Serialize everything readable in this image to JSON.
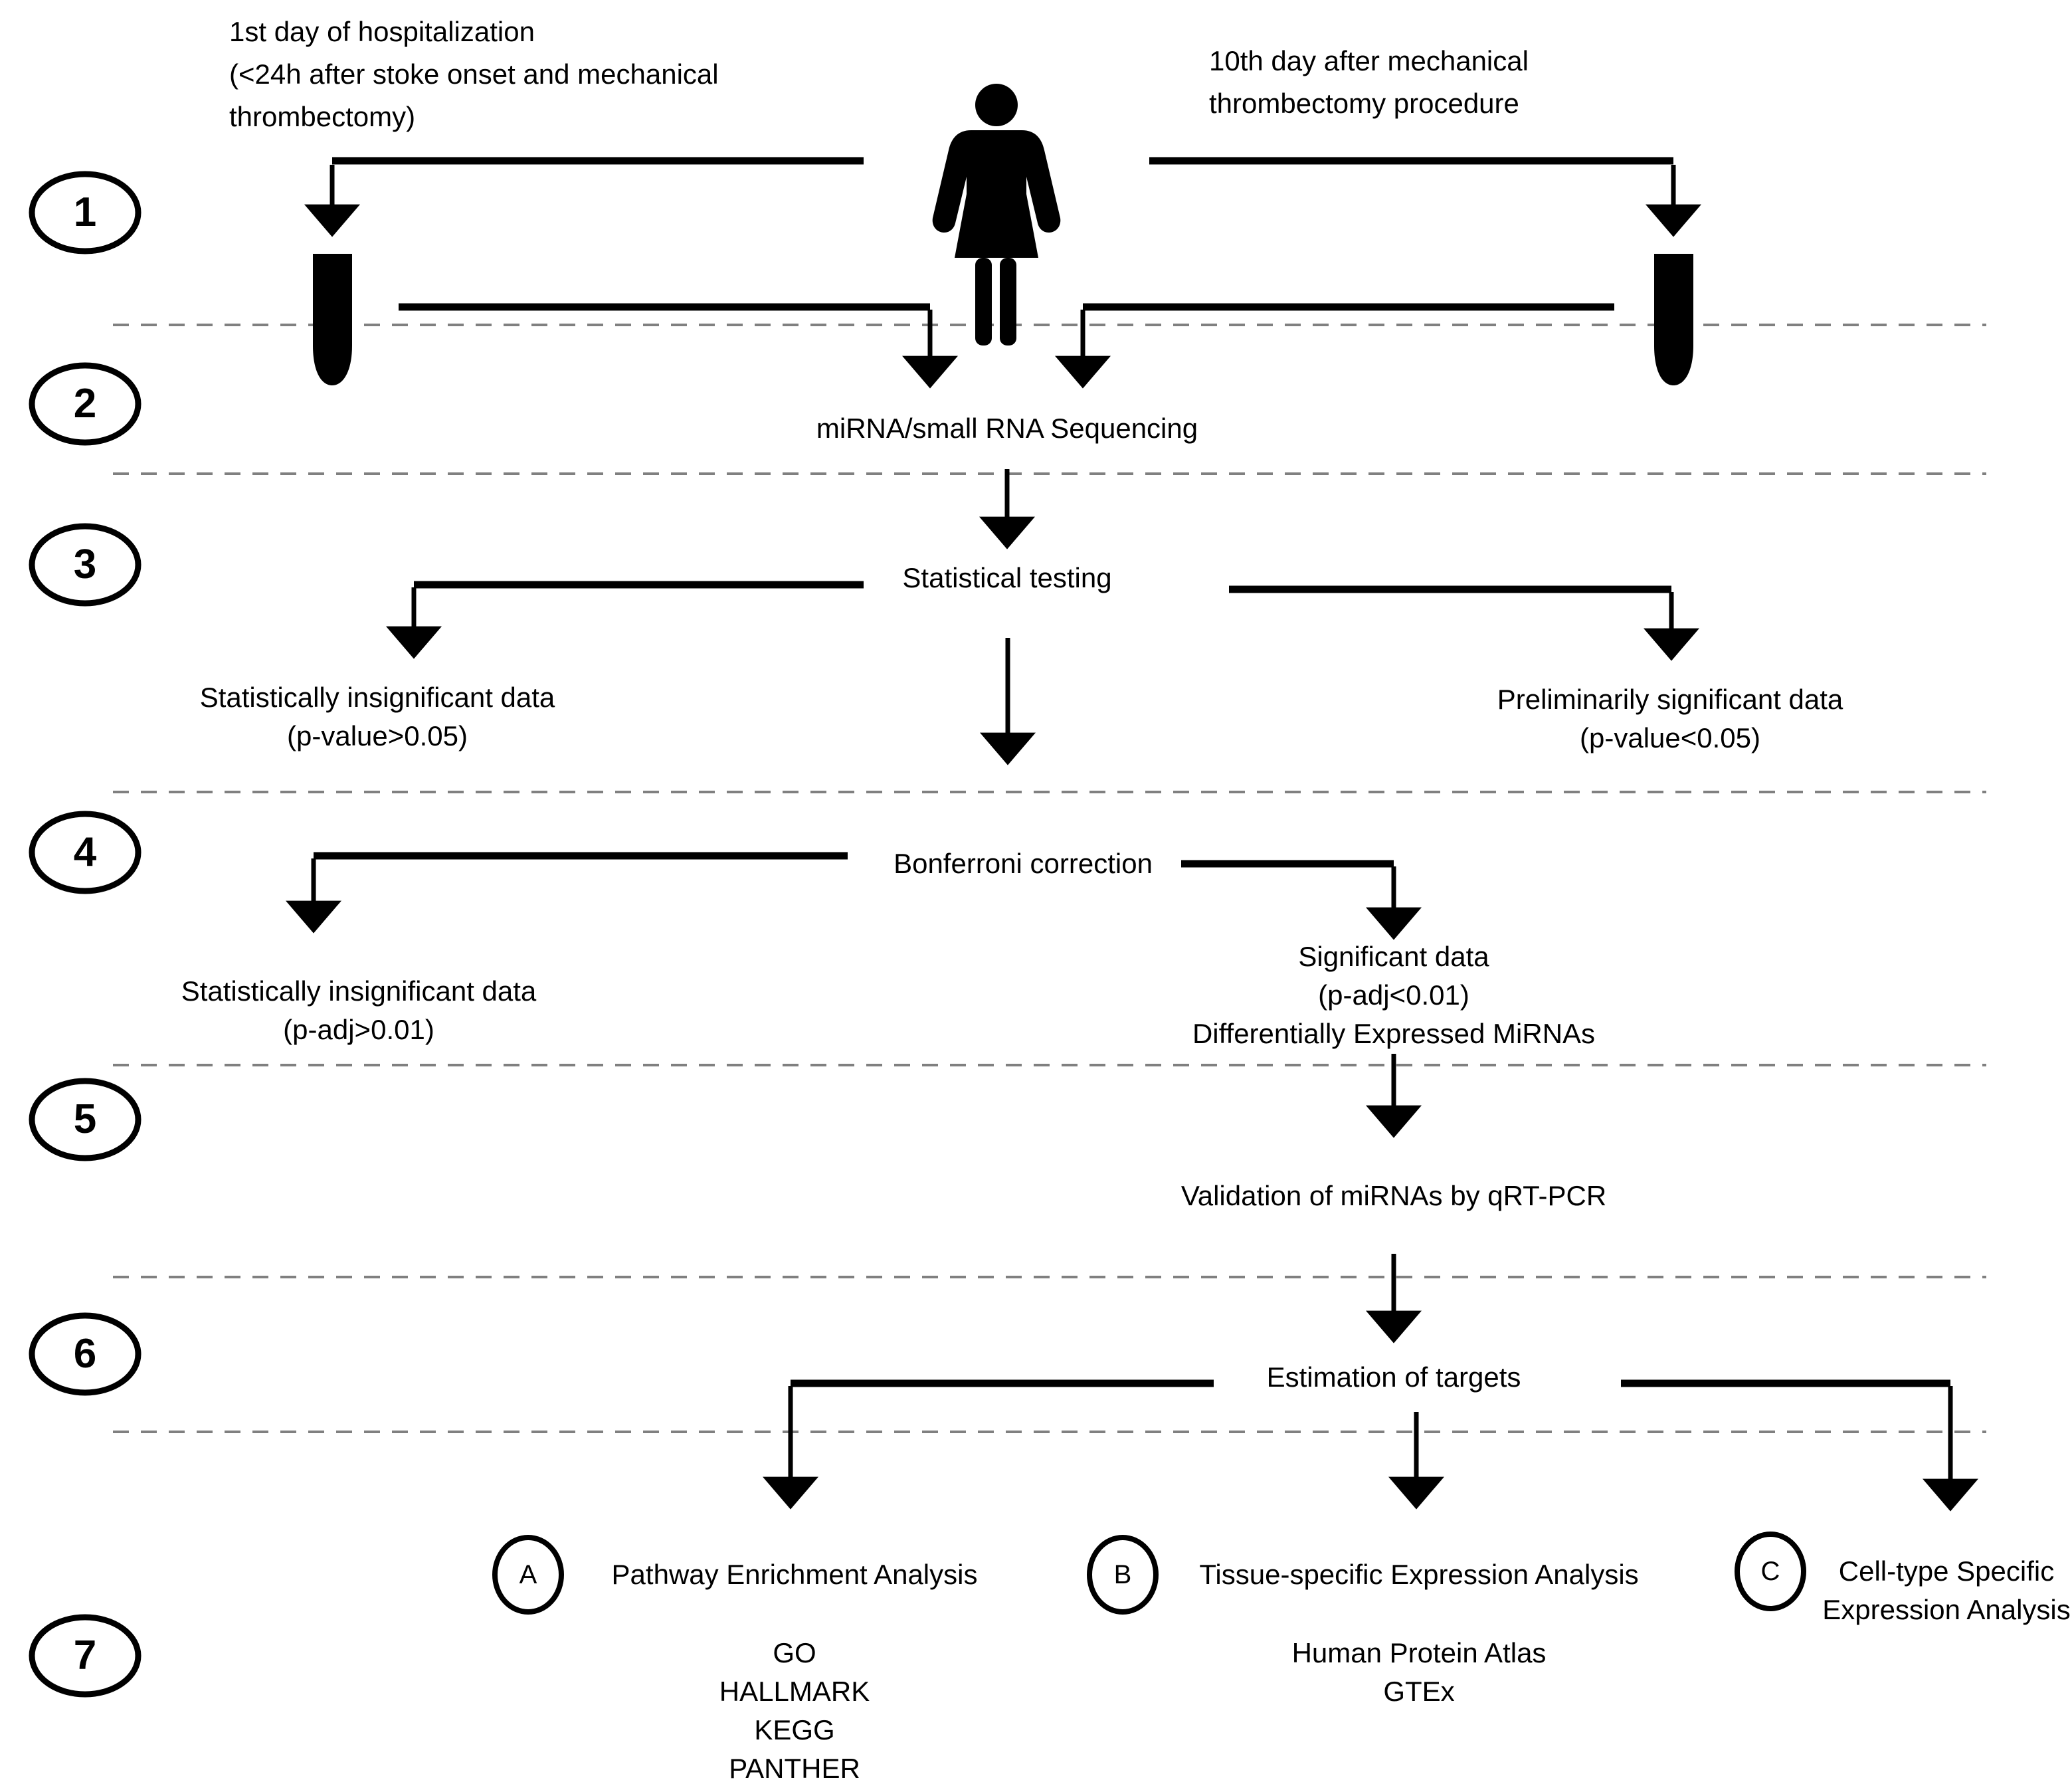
{
  "diagram": {
    "title": "miRNA study workflow after mechanical thrombectomy",
    "background": "#ffffff",
    "ink": "#000000",
    "divider_color": "#808080"
  },
  "steps": [
    {
      "id": "step-1",
      "number": "1"
    },
    {
      "id": "step-2",
      "number": "2"
    },
    {
      "id": "step-3",
      "number": "3"
    },
    {
      "id": "step-4",
      "number": "4"
    },
    {
      "id": "step-5",
      "number": "5"
    },
    {
      "id": "step-6",
      "number": "6"
    },
    {
      "id": "step-7",
      "number": "7"
    }
  ],
  "labels": {
    "timepoint_left_line1": "1st day of hospitalization",
    "timepoint_left_line2": "(<24h after stoke onset and mechanical",
    "timepoint_left_line3": "thrombectomy)",
    "timepoint_right_line1": "10th day after mechanical",
    "timepoint_right_line2": "thrombectomy procedure",
    "sequencing": "miRNA/small RNA Sequencing",
    "statistical_testing": "Statistical testing",
    "insignificant_pvalue_line1": "Statistically insignificant data",
    "insignificant_pvalue_line2": "(p-value>0.05)",
    "preliminary_significant_line1": "Preliminarily significant data",
    "preliminary_significant_line2": "(p-value<0.05)",
    "bonferroni": "Bonferroni correction",
    "insignificant_padj_line1": "Statistically insignificant data",
    "insignificant_padj_line2": "(p-adj>0.01)",
    "significant_line1": "Significant data",
    "significant_line2": "(p-adj<0.01)",
    "significant_line3": "Differentially Expressed MiRNAs",
    "validation": "Validation of miRNAs by qRT-PCR",
    "estimation": "Estimation of targets"
  },
  "branches": [
    {
      "id": "branch-a",
      "letter": "A",
      "title": "Pathway Enrichment Analysis",
      "resources": [
        "GO",
        "HALLMARK",
        "KEGG",
        "PANTHER"
      ]
    },
    {
      "id": "branch-b",
      "letter": "B",
      "title": "Tissue-specific Expression Analysis",
      "resources": [
        "Human Protein Atlas",
        "GTEx"
      ]
    },
    {
      "id": "branch-c",
      "letter": "C",
      "title_line1": "Cell-type Specific",
      "title_line2": "Expression Analysis",
      "resources": []
    }
  ],
  "icons": {
    "patient": "female-person-icon",
    "tube_left": "blood-collection-tube-icon",
    "tube_right": "blood-collection-tube-icon"
  }
}
